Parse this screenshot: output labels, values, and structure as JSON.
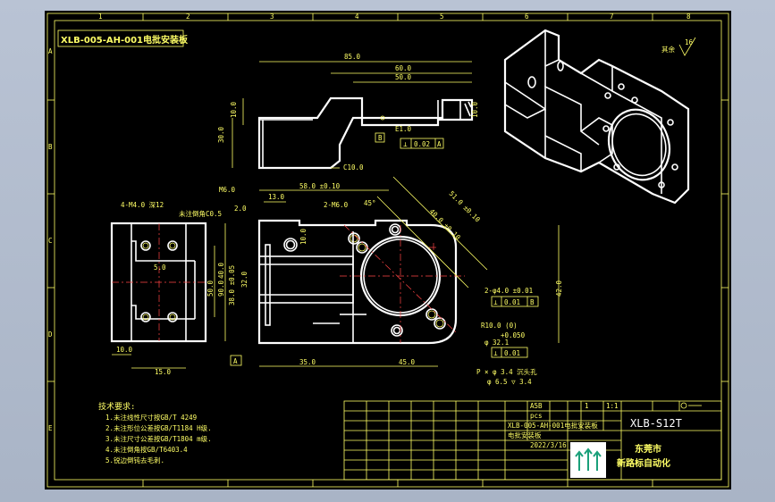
{
  "drawing_title": "XLB-005-AH-001电批安装板",
  "border": {
    "col_numbers": [
      "1",
      "2",
      "3",
      "4",
      "5",
      "6",
      "7",
      "8"
    ],
    "row_letters": [
      "A",
      "B",
      "C",
      "D",
      "E"
    ]
  },
  "roughness": "16",
  "roughness_note": "其余",
  "dimensions": {
    "top_85": "85.0",
    "top_60": "60.0",
    "top_50": "50.0",
    "side_30": "30.0",
    "side_10": "10.0",
    "small_10": "10.0",
    "c10": "C10.0",
    "e10": "E1.0",
    "datum_b": "B",
    "perp_tol": "0.02",
    "perp_datum": "A",
    "m6": "M6.0",
    "d58": "58.0 ±0.10",
    "d20": "2.0",
    "d13": "13.0",
    "holes_2m6": "2-M6.0",
    "ang45": "45°",
    "d40": "40.0 ±0.10",
    "d51": "51.0 ±0.10",
    "c05": "C0.5",
    "d42": "42.0",
    "d10": "10.0",
    "d32": "32.0",
    "d38": "38.0 ±0.05",
    "d40v": "40.0",
    "pin_holes": "2-φ4.0 ±0.01",
    "pos_tol": "0.01",
    "pos_datum": "B",
    "r10": "R10.0 (0)",
    "bore": "φ 32.1",
    "bore_tol": "+0.050",
    "bore_pos": "0.01",
    "csink": "P × φ 3.4 沉头孔",
    "csink2": "φ 6.5  ▽ 3.4",
    "d35": "35.0",
    "d45": "45.0",
    "datum_a": "A",
    "left_holes": "4-M4.0 深12",
    "left_note": "未注倒角",
    "d5": "5.0",
    "d50": "50.0",
    "d90": "90.0",
    "d10b": "10.0",
    "d15": "15.0"
  },
  "notes": {
    "title": "技术要求:",
    "lines": [
      "1.未注线性尺寸按GB/T 4249",
      "2.未注形位公差按GB/T1184  H级.",
      "3.未注尺寸公差按GB/T1804  m级.",
      "4.未注倒角按GB/T6403.4",
      "5.锐边倒钝去毛刺."
    ]
  },
  "title_block": {
    "material": "A5B",
    "unit": "pcs",
    "qty": "1",
    "scale": "1:1",
    "part_name": "XLB-005-AH-001电批安装板",
    "part_desc": "电批安装板",
    "date": "2022/3/16",
    "drawing_no": "XLB-S12T",
    "company_line1": "东莞市",
    "company_line2": "新路标自动化"
  },
  "colors": {
    "background": "#000000",
    "outline": "#ffffff",
    "dimension": "#ffff66",
    "centerline": "#ff4444",
    "frame_bg": "#b5bfd0"
  }
}
